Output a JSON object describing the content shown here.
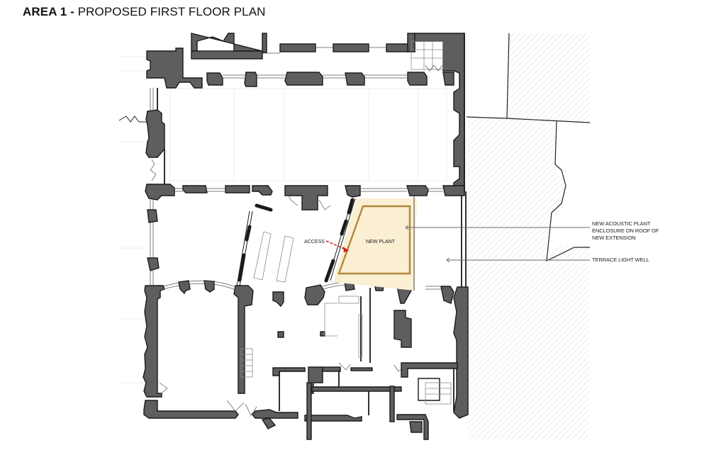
{
  "title": {
    "bold": "AREA 1 -",
    "rest": " PROPOSED FIRST FLOOR PLAN"
  },
  "plan": {
    "colors": {
      "wall_fill": "#5e5e60",
      "wall_stroke": "#1a1a1a",
      "plant_fill": "#fbefd3",
      "plant_border": "#b0883a",
      "access_arrow": "#d0202a",
      "leader": "#6a6a6a",
      "hatch": "#e4e4e4"
    },
    "labels": {
      "access": "ACCESS",
      "new_plant": "NEW PLANT",
      "acoustic_line1": "NEW ACOUSTIC PLANT",
      "acoustic_line2": "ENCLOSURE ON ROOF OF",
      "acoustic_line3": "NEW EXTENSION",
      "terrace": "TERRACE LIGHT WELL"
    }
  }
}
